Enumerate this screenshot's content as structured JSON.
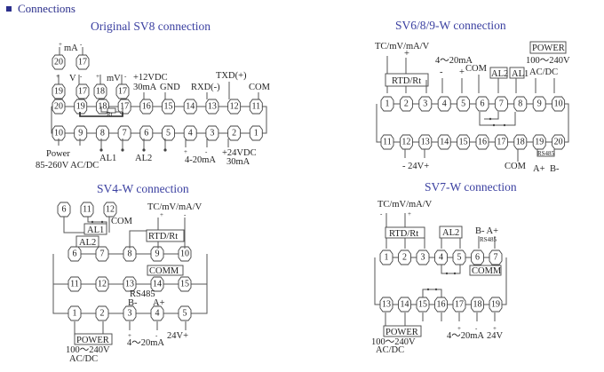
{
  "heading": {
    "label": "Connections",
    "bullet_color": "#2b2f8c"
  },
  "title_color": "#3a3fa0",
  "diagrams": {
    "sv8": {
      "title": "Original SV8 connection",
      "top_row": [
        "20",
        "19",
        "18",
        "17",
        "16",
        "15",
        "14",
        "13",
        "12",
        "11"
      ],
      "bottom_row": [
        "10",
        "9",
        "8",
        "7",
        "6",
        "5",
        "4",
        "3",
        "2",
        "1"
      ],
      "input_ma": {
        "label": "mA",
        "pins": [
          "20",
          "17"
        ],
        "plus": "+",
        "minus": "-"
      },
      "input_v": {
        "label": "V",
        "pins": [
          "19",
          "17"
        ],
        "plus": "+",
        "minus": "-"
      },
      "input_mv": {
        "label": "mV",
        "pins": [
          "18",
          "17"
        ],
        "plus": "+",
        "minus": "-"
      },
      "rt_label": "Rt",
      "labels": {
        "vdc12": "+12VDC",
        "ma30": "30mA",
        "gnd": "GND",
        "rxd": "RXD(-)",
        "txd": "TXD(+)",
        "com": "COM",
        "power": "Power",
        "power_range": "85-260V AC/DC",
        "al1": "AL1",
        "al2": "AL2",
        "plus": "+",
        "minus": "-",
        "ma_range": "4-20mA",
        "vdc24": "+24VDC",
        "ma30b": "30mA"
      }
    },
    "sv689": {
      "title": "SV6/8/9-W connection",
      "top_row": [
        "1",
        "2",
        "3",
        "4",
        "5",
        "6",
        "7",
        "8",
        "9",
        "10"
      ],
      "bottom_row": [
        "11",
        "12",
        "13",
        "14",
        "15",
        "16",
        "17",
        "18",
        "19",
        "20"
      ],
      "labels": {
        "input": "TC/mV/mA/V",
        "rtd": "RTD/Rt",
        "ma_range": "4～20mA",
        "minus": "-",
        "plus": "+",
        "com": "COM",
        "al2": "AL2",
        "al1": "AL1",
        "power": "POWER",
        "power_range": "100～240V",
        "acdc": "AC/DC",
        "v24": "- 24V+",
        "com_bottom": "COM",
        "rs485": "RS485",
        "a_plus": "A+",
        "b_minus": "B-"
      }
    },
    "sv4": {
      "title": "SV4-W connection",
      "relay_pins": [
        "6",
        "11",
        "12"
      ],
      "row1": [
        "6",
        "7",
        "8",
        "9",
        "10"
      ],
      "row2": [
        "11",
        "12",
        "13",
        "14",
        "15"
      ],
      "row3": [
        "1",
        "2",
        "3",
        "4",
        "5"
      ],
      "labels": {
        "com": "COM",
        "al1": "AL1",
        "al2": "AL2",
        "input": "TC/mV/mA/V",
        "plus": "+",
        "minus": "-",
        "rtd": "RTD/Rt",
        "comm": "COMM",
        "rs485": "RS485",
        "b_minus": "B-",
        "a_plus": "A+",
        "power": "POWER",
        "power_range": "100～240V",
        "acdc": "AC/DC",
        "ma_plus": "+",
        "ma_minus": "-",
        "ma_range": "4～20mA",
        "v24": "24V+"
      }
    },
    "sv7": {
      "title": "SV7-W connection",
      "top_row": [
        "1",
        "2",
        "3",
        "4",
        "5",
        "6",
        "7"
      ],
      "bottom_row": [
        "13",
        "14",
        "15",
        "16",
        "17",
        "18",
        "19"
      ],
      "labels": {
        "input": "TC/mV/mA/V",
        "minus": "-",
        "plus": "+",
        "rtd": "RTD/Rt",
        "al2": "AL2",
        "b_a": "B- A+",
        "rs485": "RS485",
        "comm": "COMM",
        "power": "POWER",
        "power_range": "100～240V",
        "acdc": "AC/DC",
        "ma_plus": "+",
        "ma_minus": "-",
        "v_plus": "+",
        "ma_range": "4～20mA",
        "v24": "24V"
      }
    }
  }
}
